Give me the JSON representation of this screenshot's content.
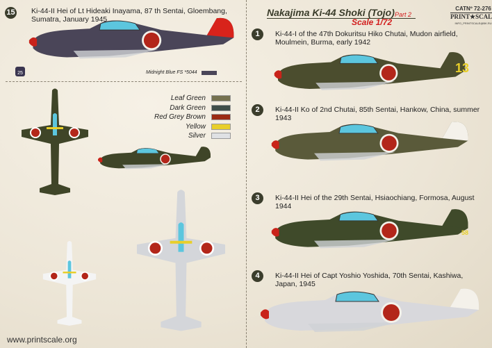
{
  "header": {
    "title": "Nakajima Ki-44 Shoki (Tojo)",
    "part": "Part 2",
    "scale": "Scale 1/72",
    "catalog": "CATNº 72-276",
    "brand": "PRINT★SCALE",
    "site": "INFO_PRINTSCALE@BK.RU"
  },
  "footer": {
    "url": "www.printscale.org"
  },
  "profiles": [
    {
      "number": "15",
      "caption": "Ki-44-II Hei of Lt Hideaki Inayama, 87 th Sentai, Gloembang, Sumatra, January 1945",
      "body": "#4a4558",
      "tail": "#d8231b"
    },
    {
      "number": "1",
      "caption": "Ki-44-I of the 47th Dokuritsu Hiko Chutai, Mudon airfield, Moulmein, Burma, early 1942",
      "body": "#4b4d2e",
      "tail": "#4b4d2e",
      "code": "13"
    },
    {
      "number": "2",
      "caption": "Ki-44-II Ko of 2nd Chutai, 85th Sentai, Hankow, China, summer 1943",
      "body": "#5a5a3a",
      "tail": "#ffffff"
    },
    {
      "number": "3",
      "caption": "Ki-44-II Hei of the 29th Sentai, Hsiaochiang, Formosa, August 1944",
      "body": "#3f4a2a",
      "tail": "#3f4a2a",
      "code": "58"
    },
    {
      "number": "4",
      "caption": "Ki-44-II Hei of Capt Yoshio Yoshida, 70th Sentai, Kashiwa, Japan, 1945",
      "body": "#d8d8dc",
      "tail": "#ffffff"
    }
  ],
  "tail_code_15": "25",
  "midnight_blue": {
    "label": "Midnight Blue FS *5044",
    "color": "#4a4558"
  },
  "legend": [
    {
      "label": "Leaf Green",
      "color": "#75714f"
    },
    {
      "label": "Dark Green",
      "color": "#3f4e4a"
    },
    {
      "label": "Red Grey Brown",
      "color": "#9b2a14"
    },
    {
      "label": "Yellow",
      "color": "#e8cf2a"
    },
    {
      "label": "Silver",
      "color": "#dfe1e4"
    }
  ]
}
